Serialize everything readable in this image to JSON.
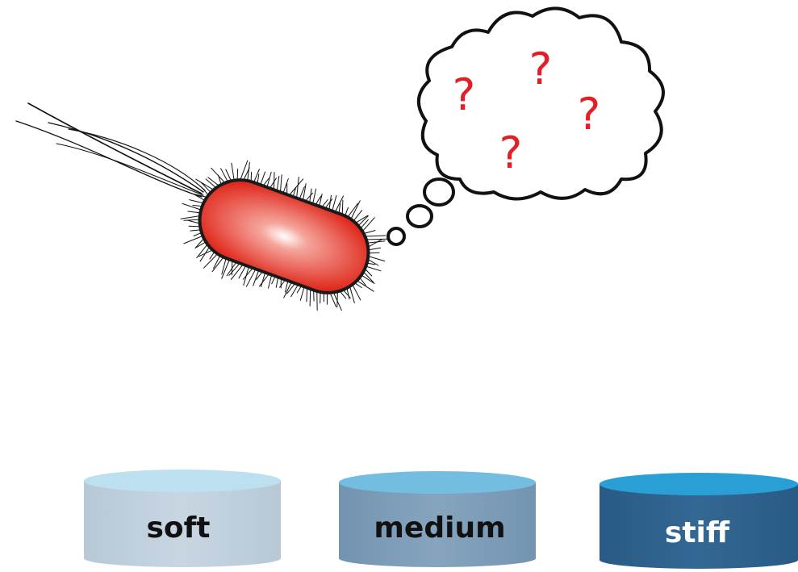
{
  "thought": {
    "marks": [
      "?",
      "?",
      "?",
      "?"
    ],
    "mark_color": "#e41e26"
  },
  "bacterium": {
    "body_color": "#e8392f",
    "highlight_color": "#ffffff"
  },
  "substrates": [
    {
      "label": "soft",
      "top_color": "#bde0f0",
      "side_color": "#c4d3e0",
      "text_color": "#111111"
    },
    {
      "label": "medium",
      "top_color": "#72bde0",
      "side_color": "#7f9fba",
      "text_color": "#111111"
    },
    {
      "label": "stiff",
      "top_color": "#2a9fd6",
      "side_color": "#2e618c",
      "text_color": "#ffffff"
    }
  ]
}
